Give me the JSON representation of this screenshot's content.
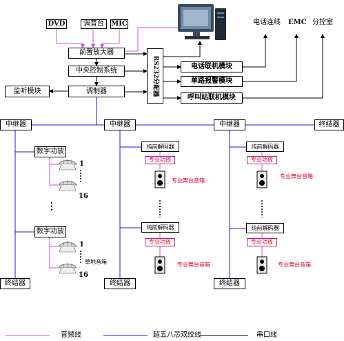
{
  "sources": {
    "dvd": "DVD",
    "mixer": "调音台",
    "mic": "MIC"
  },
  "central": {
    "preamp": "前置放大器",
    "controller": "中央控制系统",
    "modulator": "调制器",
    "monitor": "监听模块",
    "rs232": "RS232分配器"
  },
  "modules": {
    "phone_link": "电话联机模块",
    "single_alarm": "单路报警模块",
    "call_station": "呼叫站联机模块"
  },
  "external": {
    "phone_line": "电话连线",
    "emc": "EMC",
    "sub_control": "分控室"
  },
  "network": {
    "repeater": "中继器",
    "terminator": "终结器"
  },
  "zone1": {
    "amp": "数字功放",
    "first_num": "1",
    "last_num": "16",
    "dots": "⋮",
    "lawn_speaker": "草地音箱"
  },
  "zone2": {
    "decoder": "纯前解码器",
    "pro_amp": "专业功放",
    "stage_speaker": "专业舞台音箱"
  },
  "legend": {
    "audio": "音频线",
    "cat5e": "超五八芯双绞线",
    "serial": "串口线"
  },
  "colors": {
    "audio_line": "#d44fe0",
    "cat5e_line": "#1a1ad6",
    "serial_line": "#000000",
    "red_text": "#e8002a"
  }
}
